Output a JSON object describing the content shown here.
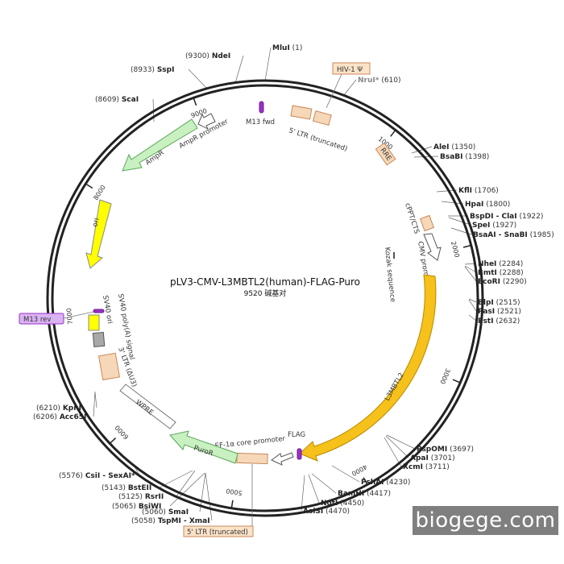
{
  "plasmid": {
    "name": "pLV3-CMV-L3MBTL2(human)-FLAG-Puro",
    "size_label": "9520 碱基对",
    "length": 9520
  },
  "ticks": [
    "1000",
    "2000",
    "3000",
    "4000",
    "5000",
    "6000",
    "7000",
    "8000",
    "9000"
  ],
  "sites": [
    {
      "id": "mlui",
      "name": "MluI",
      "pos_text": "(1)"
    },
    {
      "id": "ndei",
      "name": "NdeI",
      "pos_text": "(9300)"
    },
    {
      "id": "sspi",
      "name": "SspI",
      "pos_text": "(8933)"
    },
    {
      "id": "scai",
      "name": "ScaI",
      "pos_text": "(8609)"
    },
    {
      "id": "nrui",
      "name": "NruI*",
      "pos_text": "(610)"
    },
    {
      "id": "alei",
      "name": "AleI",
      "pos_text": "(1350)"
    },
    {
      "id": "bsabi",
      "name": "BsaBI",
      "pos_text": "(1398)"
    },
    {
      "id": "kfli",
      "name": "KflI",
      "pos_text": "(1706)"
    },
    {
      "id": "hpai",
      "name": "HpaI",
      "pos_text": "(1800)"
    },
    {
      "id": "bspdi",
      "name": "BspDI - ClaI",
      "pos_text": "(1922)"
    },
    {
      "id": "spei",
      "name": "SpeI",
      "pos_text": "(1927)"
    },
    {
      "id": "bsaai",
      "name": "BsaAI - SnaBI",
      "pos_text": "(1985)"
    },
    {
      "id": "nhei",
      "name": "NheI",
      "pos_text": "(2284)"
    },
    {
      "id": "bmti",
      "name": "BmtI",
      "pos_text": "(2288)"
    },
    {
      "id": "ecori",
      "name": "EcoRI",
      "pos_text": "(2290)"
    },
    {
      "id": "blpi",
      "name": "BlpI",
      "pos_text": "(2515)"
    },
    {
      "id": "pasi",
      "name": "PasI",
      "pos_text": "(2521)"
    },
    {
      "id": "psti",
      "name": "PstI",
      "pos_text": "(2632)"
    },
    {
      "id": "pspomi",
      "name": "PspOMI",
      "pos_text": "(3697)"
    },
    {
      "id": "apai",
      "name": "ApaI",
      "pos_text": "(3701)"
    },
    {
      "id": "xcmi",
      "name": "XcmI",
      "pos_text": "(3711)"
    },
    {
      "id": "pshai",
      "name": "PshAI",
      "pos_text": "(4230)"
    },
    {
      "id": "bamhi",
      "name": "BamHI",
      "pos_text": "(4417)"
    },
    {
      "id": "noti",
      "name": "NotI",
      "pos_text": "(4450)"
    },
    {
      "id": "asisi",
      "name": "AsiSI",
      "pos_text": "(4470)"
    },
    {
      "id": "csii",
      "name": "CsiI - SexAI*",
      "pos_text": "(5576)"
    },
    {
      "id": "bsteii",
      "name": "BstEII",
      "pos_text": "(5143)"
    },
    {
      "id": "rsrii",
      "name": "RsrII",
      "pos_text": "(5125)"
    },
    {
      "id": "bsiwi",
      "name": "BsiWI",
      "pos_text": "(5065)"
    },
    {
      "id": "smai",
      "name": "SmaI",
      "pos_text": "(5060)"
    },
    {
      "id": "tspmi",
      "name": "TspMI - XmaI",
      "pos_text": "(5058)"
    },
    {
      "id": "kpni",
      "name": "KpnI",
      "pos_text": "(6210)"
    },
    {
      "id": "acc65i",
      "name": "Acc65I",
      "pos_text": "(6206)"
    }
  ],
  "features": {
    "m13fwd": "M13 fwd",
    "ltr5_top": "5' LTR (truncated)",
    "hiv1psi": "HIV-1 Ψ",
    "rre": "RRE",
    "cppt": "cPPT/CTS",
    "cmv": "CMV promoter",
    "kozak": "Kozak sequence",
    "l3mbtl2": "L3MBTL2",
    "flag": "FLAG",
    "ef1a": "EF-1α core promoter",
    "puror": "PuroR",
    "ltr5_bottom": "5' LTR (truncated)",
    "wpre": "WPRE",
    "ltr3": "3' LTR (ΔU3)",
    "sv40polya": "SV40 poly(A) signal",
    "sv40ori": "SV40 ori",
    "m13rev": "M13 rev",
    "ori": "ori",
    "ampr": "AmpR",
    "ampr_promoter": "AmpR promoter"
  },
  "watermark": "biogege.com",
  "colors": {
    "backbone": "#222222",
    "promoter": "#ffffff",
    "ltr": "#f6d7b8",
    "ltr_stroke": "#c8895a",
    "cds_yellow": "#f5c11a",
    "cds_yellow_stroke": "#b98a00",
    "ori_yellow": "#ffff00",
    "resist_green": "#c8f0c0",
    "resist_stroke": "#5aa65a",
    "m13": "#9b30c8",
    "m13rev_fill": "#d9b3f2",
    "sv40ori_gray": "#a8a8a8"
  }
}
